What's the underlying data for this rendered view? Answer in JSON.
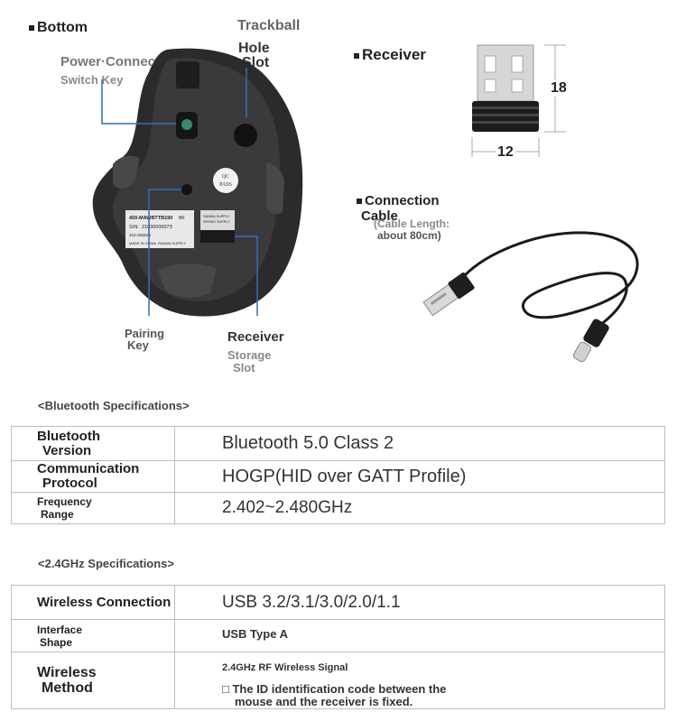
{
  "bottom_section": {
    "title": "Bottom",
    "trackball_hole_title": "Trackball",
    "trackball_hole_sub": "Hole",
    "trackball_slot": "Slot",
    "power_title": "Power·Connection",
    "power_sub": "Switch Key",
    "pairing_title": "Pairing",
    "pairing_sub": "Key",
    "receiver_title": "Receiver",
    "receiver_sub1": "Storage",
    "receiver_sub2": "Slot",
    "qc_top": "QC",
    "qc_bottom": "PASS",
    "sticker_model": "400-MAWBTTB190",
    "sticker_badge": "BK",
    "sticker_sn_label": "S/N:",
    "sticker_sn": "21030000073",
    "sticker_code": "210-283624",
    "sticker_origin": "MADE IN CHINA",
    "sticker_brand": "SANWA SUPPLY",
    "slot_sticker_line1": "SANWA SUPPLY",
    "slot_sticker_line2": "SERIES SUPPLY"
  },
  "receiver_section": {
    "title": "Receiver",
    "height_dim": "18",
    "width_dim": "12"
  },
  "cable_section": {
    "title_line1": "Connection",
    "title_line2": "Cable",
    "length_line1": "(Cable Length:",
    "length_line2": "about 80cm)"
  },
  "bluetooth_specs": {
    "title": "<Bluetooth Specifications>",
    "rows": [
      {
        "label_line1": "Bluetooth",
        "label_line2": "Version",
        "value": "Bluetooth 5.0 Class 2"
      },
      {
        "label_line1": "Communication",
        "label_line2": "Protocol",
        "value": "HOGP(HID over GATT Profile)"
      },
      {
        "label_line1": "Frequency",
        "label_line2": "Range",
        "value": "2.402~2.480GHz"
      }
    ]
  },
  "ghz_specs": {
    "title": "<2.4GHz Specifications>",
    "rows": [
      {
        "label_line1": "Wireless Connection",
        "label_line2": "",
        "value": "USB 3.2/3.1/3.0/2.0/1.1"
      },
      {
        "label_line1": "Interface",
        "label_line2": "Shape",
        "value": "USB Type A"
      },
      {
        "label_line1": "Wireless",
        "label_line2": "Method",
        "value": "2.4GHz RF Wireless Signal",
        "note_line1": "□ The ID identification code between the",
        "note_line2": "mouse and the receiver is fixed."
      }
    ]
  },
  "colors": {
    "mouse_body": "#2b2b2b",
    "mouse_highlight": "#4a4a4a",
    "callout_line": "#2f6fb6",
    "border": "#bdbdbd"
  }
}
